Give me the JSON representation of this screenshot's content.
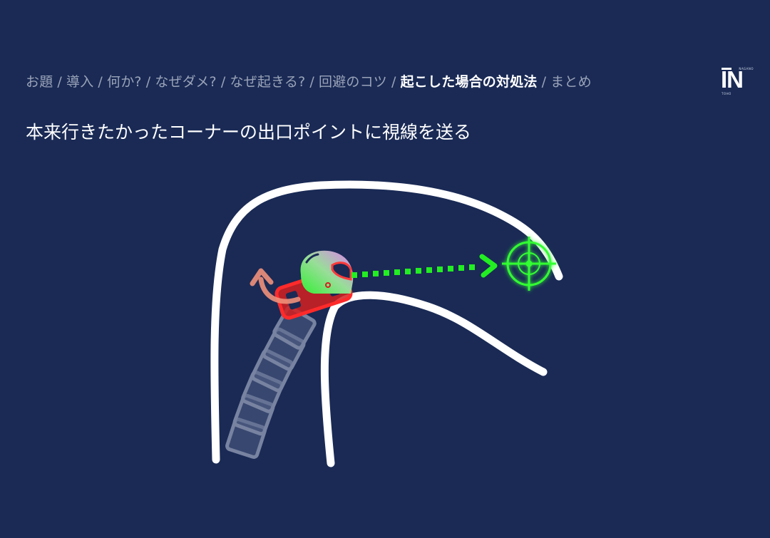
{
  "breadcrumb": {
    "items": [
      {
        "label": "お題",
        "active": false
      },
      {
        "label": "導入",
        "active": false
      },
      {
        "label": "何か?",
        "active": false
      },
      {
        "label": "なぜダメ?",
        "active": false
      },
      {
        "label": "なぜ起きる?",
        "active": false
      },
      {
        "label": "回避のコツ",
        "active": false
      },
      {
        "label": "起こした場合の対処法",
        "active": true
      },
      {
        "label": "まとめ",
        "active": false
      }
    ],
    "separator": "/"
  },
  "title": "本来行きたかったコーナーの出口ポイントに視線を送る",
  "logo": {
    "main": "IN",
    "top_small": "NAGANO",
    "bottom_small": "TOHO"
  },
  "diagram": {
    "icons": [
      "road-curve",
      "ghost-car-trail",
      "red-car",
      "helmet",
      "turn-arrow",
      "dotted-gaze-arrow",
      "target-crosshair"
    ],
    "colors": {
      "background": "#1a2a55",
      "road": "#ffffff",
      "car": "#e02020",
      "gaze": "#22ee22",
      "turn_arrow": "#f0907a",
      "ghost": "#a9b2c8"
    }
  }
}
